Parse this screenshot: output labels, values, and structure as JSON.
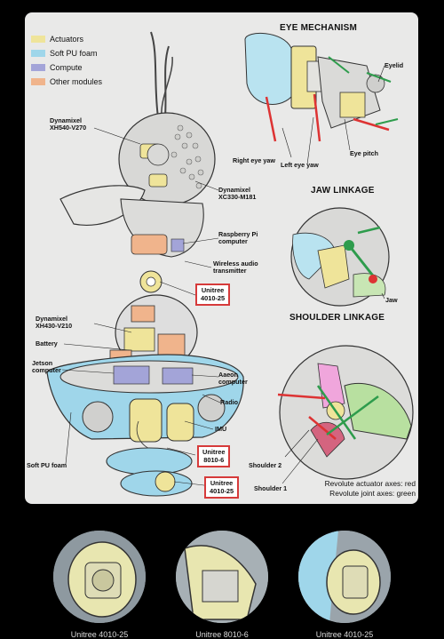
{
  "legend": [
    {
      "label": "Actuators",
      "color": "#efe49a"
    },
    {
      "label": "Soft PU foam",
      "color": "#9fd6ea"
    },
    {
      "label": "Compute",
      "color": "#a3a4d8"
    },
    {
      "label": "Other modules",
      "color": "#f0b48c"
    }
  ],
  "sections": {
    "eye": "EYE MECHANISM",
    "jaw": "JAW LINKAGE",
    "shoulder": "SHOULDER LINKAGE"
  },
  "body_labels": {
    "dxl_xh540": "Dynamixel\nXH540-V270",
    "dxl_xc330": "Dynamixel\nXC330-M181",
    "raspberry": "Raspberry Pi\ncomputer",
    "wireless": "Wireless audio\ntransmitter",
    "dxl_xh430": "Dynamixel\nXH430-V210",
    "battery": "Battery",
    "jetson": "Jetson\ncomputer",
    "aaeon": "Aaeon\ncomputer",
    "radio": "Radio",
    "imu": "IMU",
    "foam": "Soft PU foam"
  },
  "motors": {
    "m1": "Unitree\n4010-25",
    "m2": "Unitree\n8010-6",
    "m3": "Unitree\n4010-25"
  },
  "eye_labels": {
    "eyelid": "Eyelid",
    "right_yaw": "Right eye yaw",
    "left_yaw": "Left eye yaw",
    "pitch": "Eye pitch"
  },
  "jaw_labels": {
    "jaw": "Jaw"
  },
  "shoulder_labels": {
    "s2": "Shoulder 2",
    "s1": "Shoulder 1"
  },
  "axes_note": {
    "actuator": "Revolute actuator axes: red",
    "joint": "Revolute joint axes: green"
  },
  "captions": [
    "Unitree 4010-25",
    "Unitree 8010-6",
    "Unitree 4010-25"
  ]
}
